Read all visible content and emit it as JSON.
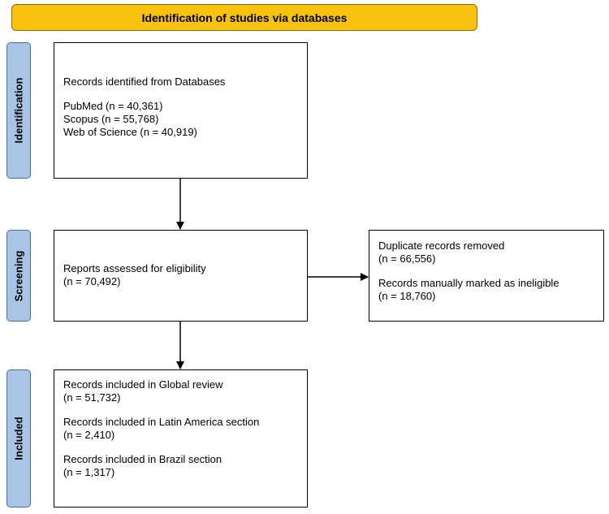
{
  "header": {
    "title": "Identification of studies via databases"
  },
  "stages": {
    "identification": "Identification",
    "screening": "Screening",
    "included": "Included"
  },
  "identification_box": {
    "heading": "Records identified from Databases",
    "pubmed": "PubMed (n = 40,361)",
    "scopus": "Scopus (n = 55,768)",
    "wos": "Web of Science (n = 40,919)"
  },
  "screening_box": {
    "line1": "Reports assessed for eligibility",
    "line2": "(n = 70,492)"
  },
  "excluded_box": {
    "duplicates_label": "Duplicate records removed",
    "duplicates_count": "(n = 66,556)",
    "ineligible_label": "Records manually marked as ineligible",
    "ineligible_count": "(n = 18,760)"
  },
  "included_box": {
    "global_label": "Records included in Global review",
    "global_count": "(n = 51,732)",
    "latam_label": "Records included in Latin America section",
    "latam_count": "(n = 2,410)",
    "brazil_label": "Records included in Brazil section",
    "brazil_count": "(n = 1,317)"
  },
  "colors": {
    "banner_fill": "#f9c20f",
    "stage_fill": "#a9c4e4",
    "arrow": "#000000"
  }
}
